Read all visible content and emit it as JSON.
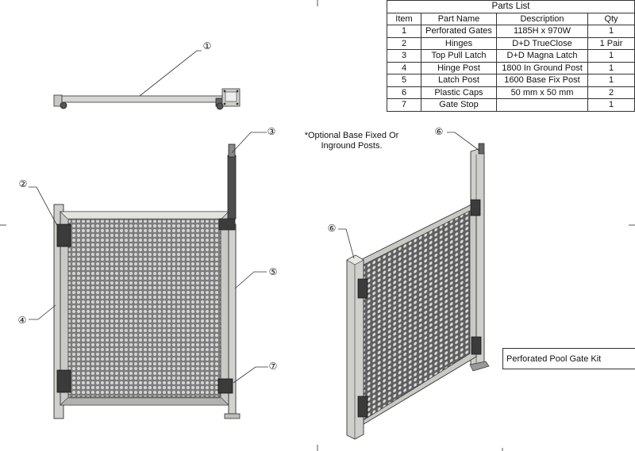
{
  "parts_list": {
    "title": "Parts List",
    "columns": [
      "Item",
      "Part Name",
      "Description",
      "Qty"
    ],
    "rows": [
      {
        "item": "1",
        "name": "Perforated Gates",
        "description": "1185H x 970W",
        "qty": "1"
      },
      {
        "item": "2",
        "name": "Hinges",
        "description": "D+D TrueClose",
        "qty": "1 Pair"
      },
      {
        "item": "3",
        "name": "Top Pull Latch",
        "description": "D+D Magna Latch",
        "qty": "1"
      },
      {
        "item": "4",
        "name": "Hinge Post",
        "description": "1800 In Ground Post",
        "qty": "1"
      },
      {
        "item": "5",
        "name": "Latch Post",
        "description": "1600 Base Fix Post",
        "qty": "1"
      },
      {
        "item": "6",
        "name": "Plastic Caps",
        "description": "50 mm x 50 mm",
        "qty": "2"
      },
      {
        "item": "7",
        "name": "Gate Stop",
        "description": "",
        "qty": "1"
      }
    ]
  },
  "note": {
    "line1": "*Optional Base Fixed Or",
    "line2": "Inground Posts."
  },
  "title_block": {
    "title": "Perforated Pool Gate Kit"
  },
  "balloons": {
    "b1": "①",
    "b2": "②",
    "b3": "③",
    "b4": "④",
    "b5": "⑤",
    "b6a": "⑥",
    "b6b": "⑥",
    "b7": "⑦"
  },
  "colors": {
    "frame": "#c4c4c0",
    "mesh": "#8c8c8c",
    "hardware": "#3a3a3a",
    "line": "#333333"
  }
}
